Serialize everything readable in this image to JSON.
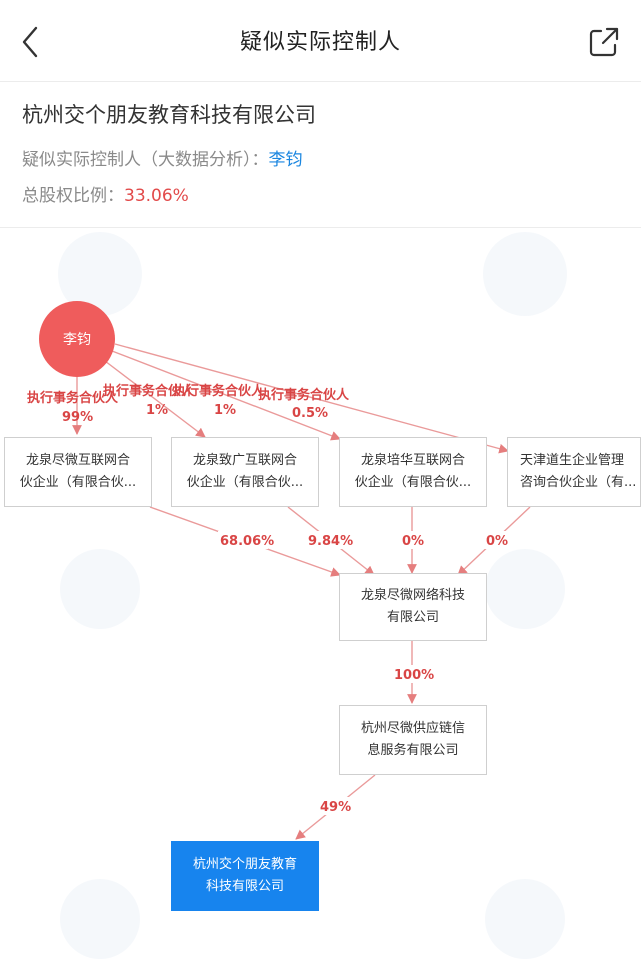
{
  "nav": {
    "title": "疑似实际控制人",
    "back_icon": "chevron-left-icon",
    "share_icon": "share-icon"
  },
  "info": {
    "company": "杭州交个朋友教育科技有限公司",
    "controller_label": "疑似实际控制人（大数据分析）：",
    "controller_name": "李钧",
    "ratio_label": "总股权比例：",
    "ratio_value": "33.06%"
  },
  "graph": {
    "person": "李钧",
    "nodes": [
      {
        "id": "n1",
        "lines": [
          "龙泉尽微互联网合",
          "伙企业（有限合伙..."
        ]
      },
      {
        "id": "n2",
        "lines": [
          "龙泉致广互联网合",
          "伙企业（有限合伙..."
        ]
      },
      {
        "id": "n3",
        "lines": [
          "龙泉培华互联网合",
          "伙企业（有限合伙..."
        ]
      },
      {
        "id": "n4",
        "lines": [
          "天津道生企业管理",
          "咨询合伙企业（有..."
        ]
      },
      {
        "id": "n5",
        "lines": [
          "龙泉尽微网络科技",
          "有限公司"
        ]
      },
      {
        "id": "n6",
        "lines": [
          "杭州尽微供应链信",
          "息服务有限公司"
        ]
      },
      {
        "id": "n7",
        "lines": [
          "杭州交个朋友教育",
          "科技有限公司"
        ]
      }
    ],
    "edges": [
      {
        "role": "执行事务合伙人",
        "pct": "99%"
      },
      {
        "role": "执行事务合伙人",
        "pct": "1%"
      },
      {
        "role": "执行事务合伙人",
        "pct": "1%"
      },
      {
        "role": "执行事务合伙人",
        "pct": "0.5%"
      },
      {
        "pct": "68.06%"
      },
      {
        "pct": "9.84%"
      },
      {
        "pct": "0%"
      },
      {
        "pct": "0%"
      },
      {
        "pct": "100%"
      },
      {
        "pct": "49%"
      }
    ],
    "colors": {
      "edge": "#ea9a9a",
      "label": "#d94545",
      "person": "#ef5c5c",
      "target": "#1784ee"
    }
  }
}
